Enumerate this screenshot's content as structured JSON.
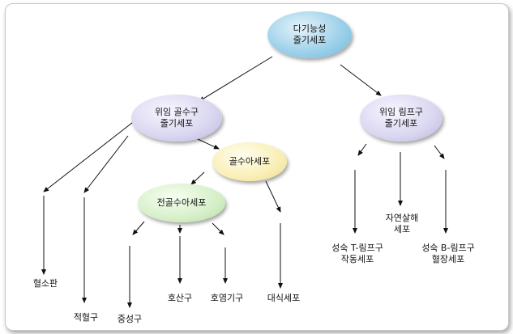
{
  "nodes": {
    "stem": "다기능성\n줄기세포",
    "myeloid_stem": "위임  골수구\n줄기세포",
    "lymphoid_stem": "위임  림프구\n줄기세포",
    "myeloblast": "골수아세포",
    "promyelocyte": "전골수아세포"
  },
  "cells": {
    "platelet": "혈소판",
    "rbc": "적혈구",
    "neutrophil": "중성구",
    "eosinophil": "호산구",
    "basophil": "호염기구",
    "macrophage": "대식세포",
    "t_cell": "성숙  T-림프구\n작동세포",
    "nk_cell": "자연살해\n세포",
    "b_cell": "성숙  B-림프구\n혈장세포"
  }
}
